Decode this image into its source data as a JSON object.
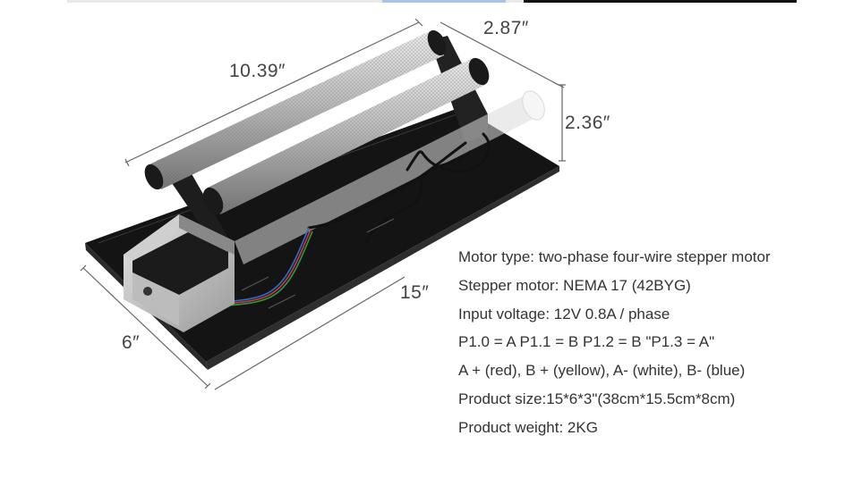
{
  "dimensions": {
    "length": "10.39″",
    "width": "2.87″",
    "height": "2.36″",
    "base_length": "15″",
    "base_width": "6″"
  },
  "specs": [
    "Motor type: two-phase four-wire stepper motor",
    "Stepper motor: NEMA 17 (42BYG)",
    "Input voltage: 12V 0.8A / phase",
    "P1.0 = A P1.1 = B P1.2 = B \"P1.3 = A\"",
    "A + (red), B + (yellow), A- (white), B- (blue)",
    "Product size:15*6*3\"(38cm*15.5cm*8cm)",
    "Product weight: 2KG"
  ]
}
